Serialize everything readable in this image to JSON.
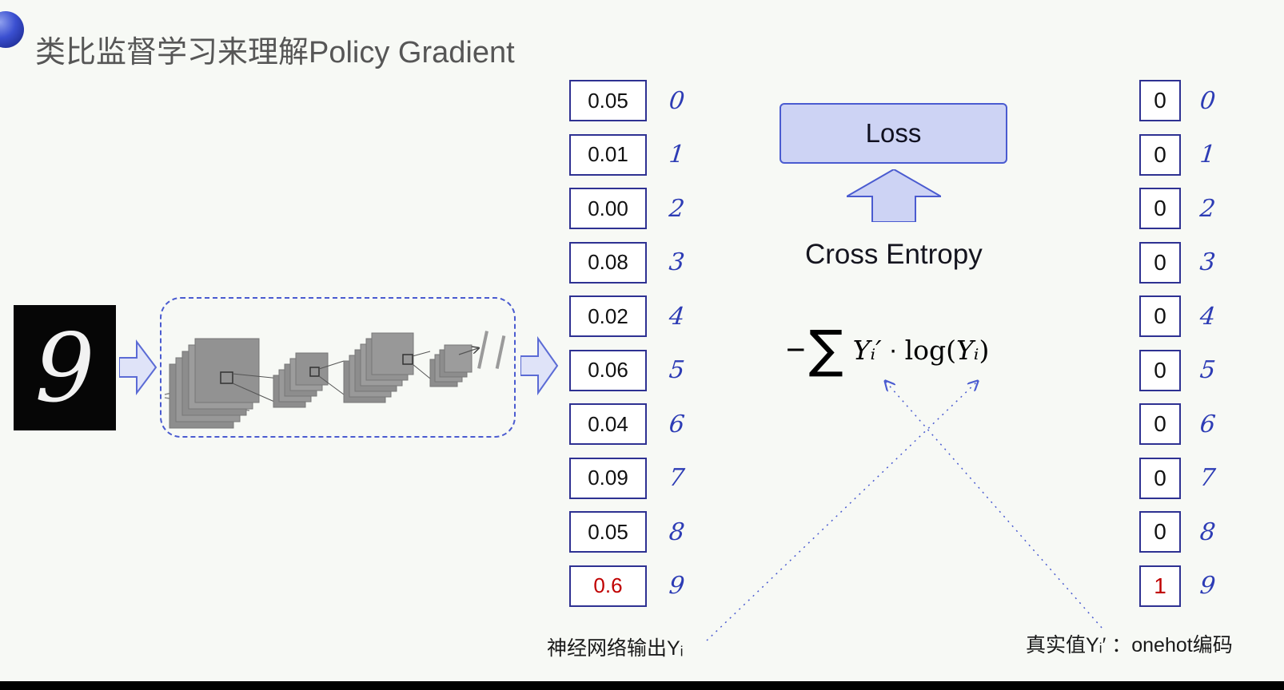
{
  "title": "类比监督学习来理解Policy Gradient",
  "input_digit": "9",
  "network_output": {
    "values": [
      "0.05",
      "0.01",
      "0.00",
      "0.08",
      "0.02",
      "0.06",
      "0.04",
      "0.09",
      "0.05",
      "0.6"
    ],
    "row_labels": [
      "0",
      "1",
      "2",
      "3",
      "4",
      "5",
      "6",
      "7",
      "8",
      "9"
    ],
    "caption": "神经网络输出Yᵢ"
  },
  "onehot": {
    "values": [
      "0",
      "0",
      "0",
      "0",
      "0",
      "0",
      "0",
      "0",
      "0",
      "1"
    ],
    "row_labels": [
      "0",
      "1",
      "2",
      "3",
      "4",
      "5",
      "6",
      "7",
      "8",
      "9"
    ],
    "caption": "真实值Yᵢ′ ：onehot编码"
  },
  "loss": {
    "box_label": "Loss",
    "method_label": "Cross Entropy",
    "formula": {
      "neg": "−",
      "sigma": "∑",
      "y_true": "Yᵢ′",
      "cdot": "·",
      "log_open": "log(",
      "y_pred": "Yᵢ",
      "close": ")"
    }
  },
  "colors": {
    "accent_blue": "#4a5bd0",
    "box_border": "#2e3192",
    "highlight_red": "#c00000",
    "handwriting_blue": "#2d3cb5",
    "loss_fill": "#cdd3f4",
    "arrow_fill": "#dfe3f8"
  }
}
